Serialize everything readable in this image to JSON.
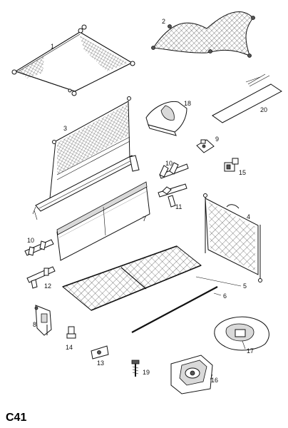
{
  "diagram_code": "C41",
  "callouts": [
    "1",
    "2",
    "3",
    "4",
    "5",
    "6",
    "7",
    "8",
    "9",
    "10",
    "10",
    "11",
    "12",
    "13",
    "14",
    "15",
    "16",
    "17",
    "18",
    "19",
    "20"
  ]
}
